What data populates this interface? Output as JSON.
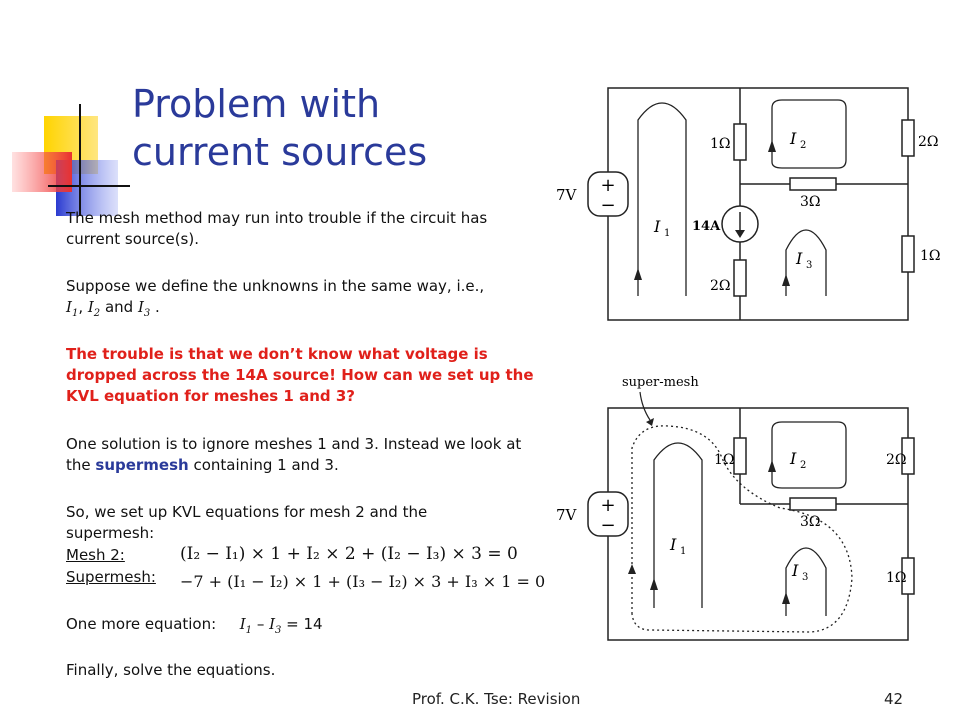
{
  "title": {
    "line1": "Problem with",
    "line2": "current sources"
  },
  "para1": "The mesh method may run into trouble if the circuit has current source(s).",
  "para2": {
    "text": "Suppose we define the unknowns in the same way, i.e.,",
    "v1": "I",
    "s1": "1",
    "sep1": ", ",
    "v2": "I",
    "s2": "2",
    "and": " and ",
    "v3": "I",
    "s3": "3",
    "end": " ."
  },
  "para3": "The trouble is that we don’t know what voltage is dropped across the 14A source! How can we set up the KVL equation for meshes 1 and 3?",
  "para4": {
    "pre": "One solution is to ignore meshes 1 and 3. Instead we look at the ",
    "highlight": "supermesh",
    "post": " containing 1 and 3."
  },
  "para5": "So, we set up KVL equations for mesh 2 and the supermesh:",
  "mesh2": {
    "label": "Mesh 2:",
    "equation": "(I₂ − I₁) × 1 + I₂ × 2 + (I₂ − I₃) × 3 = 0"
  },
  "supermesh": {
    "label": "Supermesh:",
    "equation": "−7 + (I₁ − I₂) × 1 + (I₃ − I₂) × 3 + I₃ × 1 = 0"
  },
  "one_more": {
    "label": "One more equation:",
    "v1": "I",
    "s1": "1",
    "op": " – ",
    "v2": "I",
    "s2": "3",
    "rhs": " = 14"
  },
  "finally": "Finally, solve the equations.",
  "footer": "Prof. C.K. Tse: Revision",
  "page_number": "42",
  "circuit1": {
    "source_v": "7V",
    "r1": "1Ω",
    "r2": "2Ω",
    "r3": "3Ω",
    "r4": "1Ω",
    "r5": "2Ω",
    "source_i": "14A",
    "mesh1": "I",
    "mesh1_sub": "1",
    "mesh2": "I",
    "mesh2_sub": "2",
    "mesh3": "I",
    "mesh3_sub": "3",
    "plus": "+",
    "minus": "−"
  },
  "circuit2": {
    "label": "super-mesh",
    "source_v": "7V",
    "r1": "1Ω",
    "r2": "2Ω",
    "r3": "3Ω",
    "r4": "1Ω",
    "mesh1": "I",
    "mesh1_sub": "1",
    "mesh2": "I",
    "mesh2_sub": "2",
    "mesh3": "I",
    "mesh3_sub": "3",
    "plus": "+",
    "minus": "−"
  },
  "colors": {
    "title": "#2a3a9a",
    "warning": "#e0201a",
    "decor_yellow": "#ffd400",
    "decor_blue": "#3a4fd8",
    "decor_red": "#e83030"
  }
}
